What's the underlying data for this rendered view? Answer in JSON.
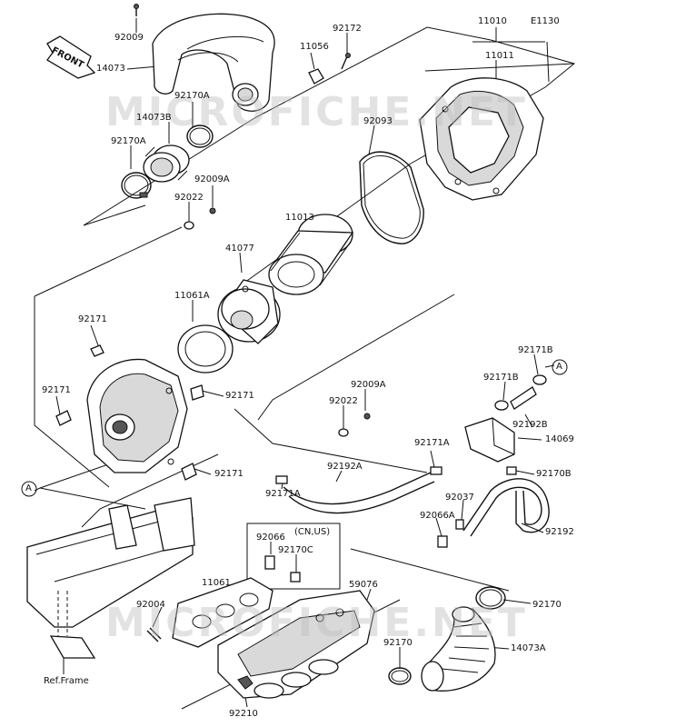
{
  "diagram_code": "E1130",
  "front_label": "FRONT",
  "watermarks": [
    "MICROFICHE.NET",
    "MICROFICHE.NET"
  ],
  "ref_frame": "Ref.Frame",
  "cn_us_note": "(CN,US)",
  "callout_a": "A",
  "parts": {
    "p92009_top": "92009",
    "p14073": "14073",
    "p92170a_1": "92170A",
    "p14073b": "14073B",
    "p92170a_2": "92170A",
    "p92009a_1": "92009A",
    "p92022_1": "92022",
    "p11056": "11056",
    "p92172": "92172",
    "p11010": "11010",
    "p11011": "11011",
    "p92093": "92093",
    "p11013": "11013",
    "p41077": "41077",
    "p11061a": "11061A",
    "p92171_1": "92171",
    "p92171_2": "92171",
    "p92171_3": "92171",
    "p92171_4": "92171",
    "p92009a_2": "92009A",
    "p92022_2": "92022",
    "p92192a": "92192A",
    "p92171a_1": "92171A",
    "p92171a_2": "92171A",
    "p92171b_1": "92171B",
    "p92171b_2": "92171B",
    "p92192b": "92192B",
    "p14069": "14069",
    "p92170b": "92170B",
    "p92037": "92037",
    "p92066a": "92066A",
    "p92192": "92192",
    "p92066": "92066",
    "p92170c": "92170C",
    "p59076": "59076",
    "p11061": "11061",
    "p92004": "92004",
    "p92170_1": "92170",
    "p92170_2": "92170",
    "p14073a": "14073A",
    "p92210": "92210"
  }
}
